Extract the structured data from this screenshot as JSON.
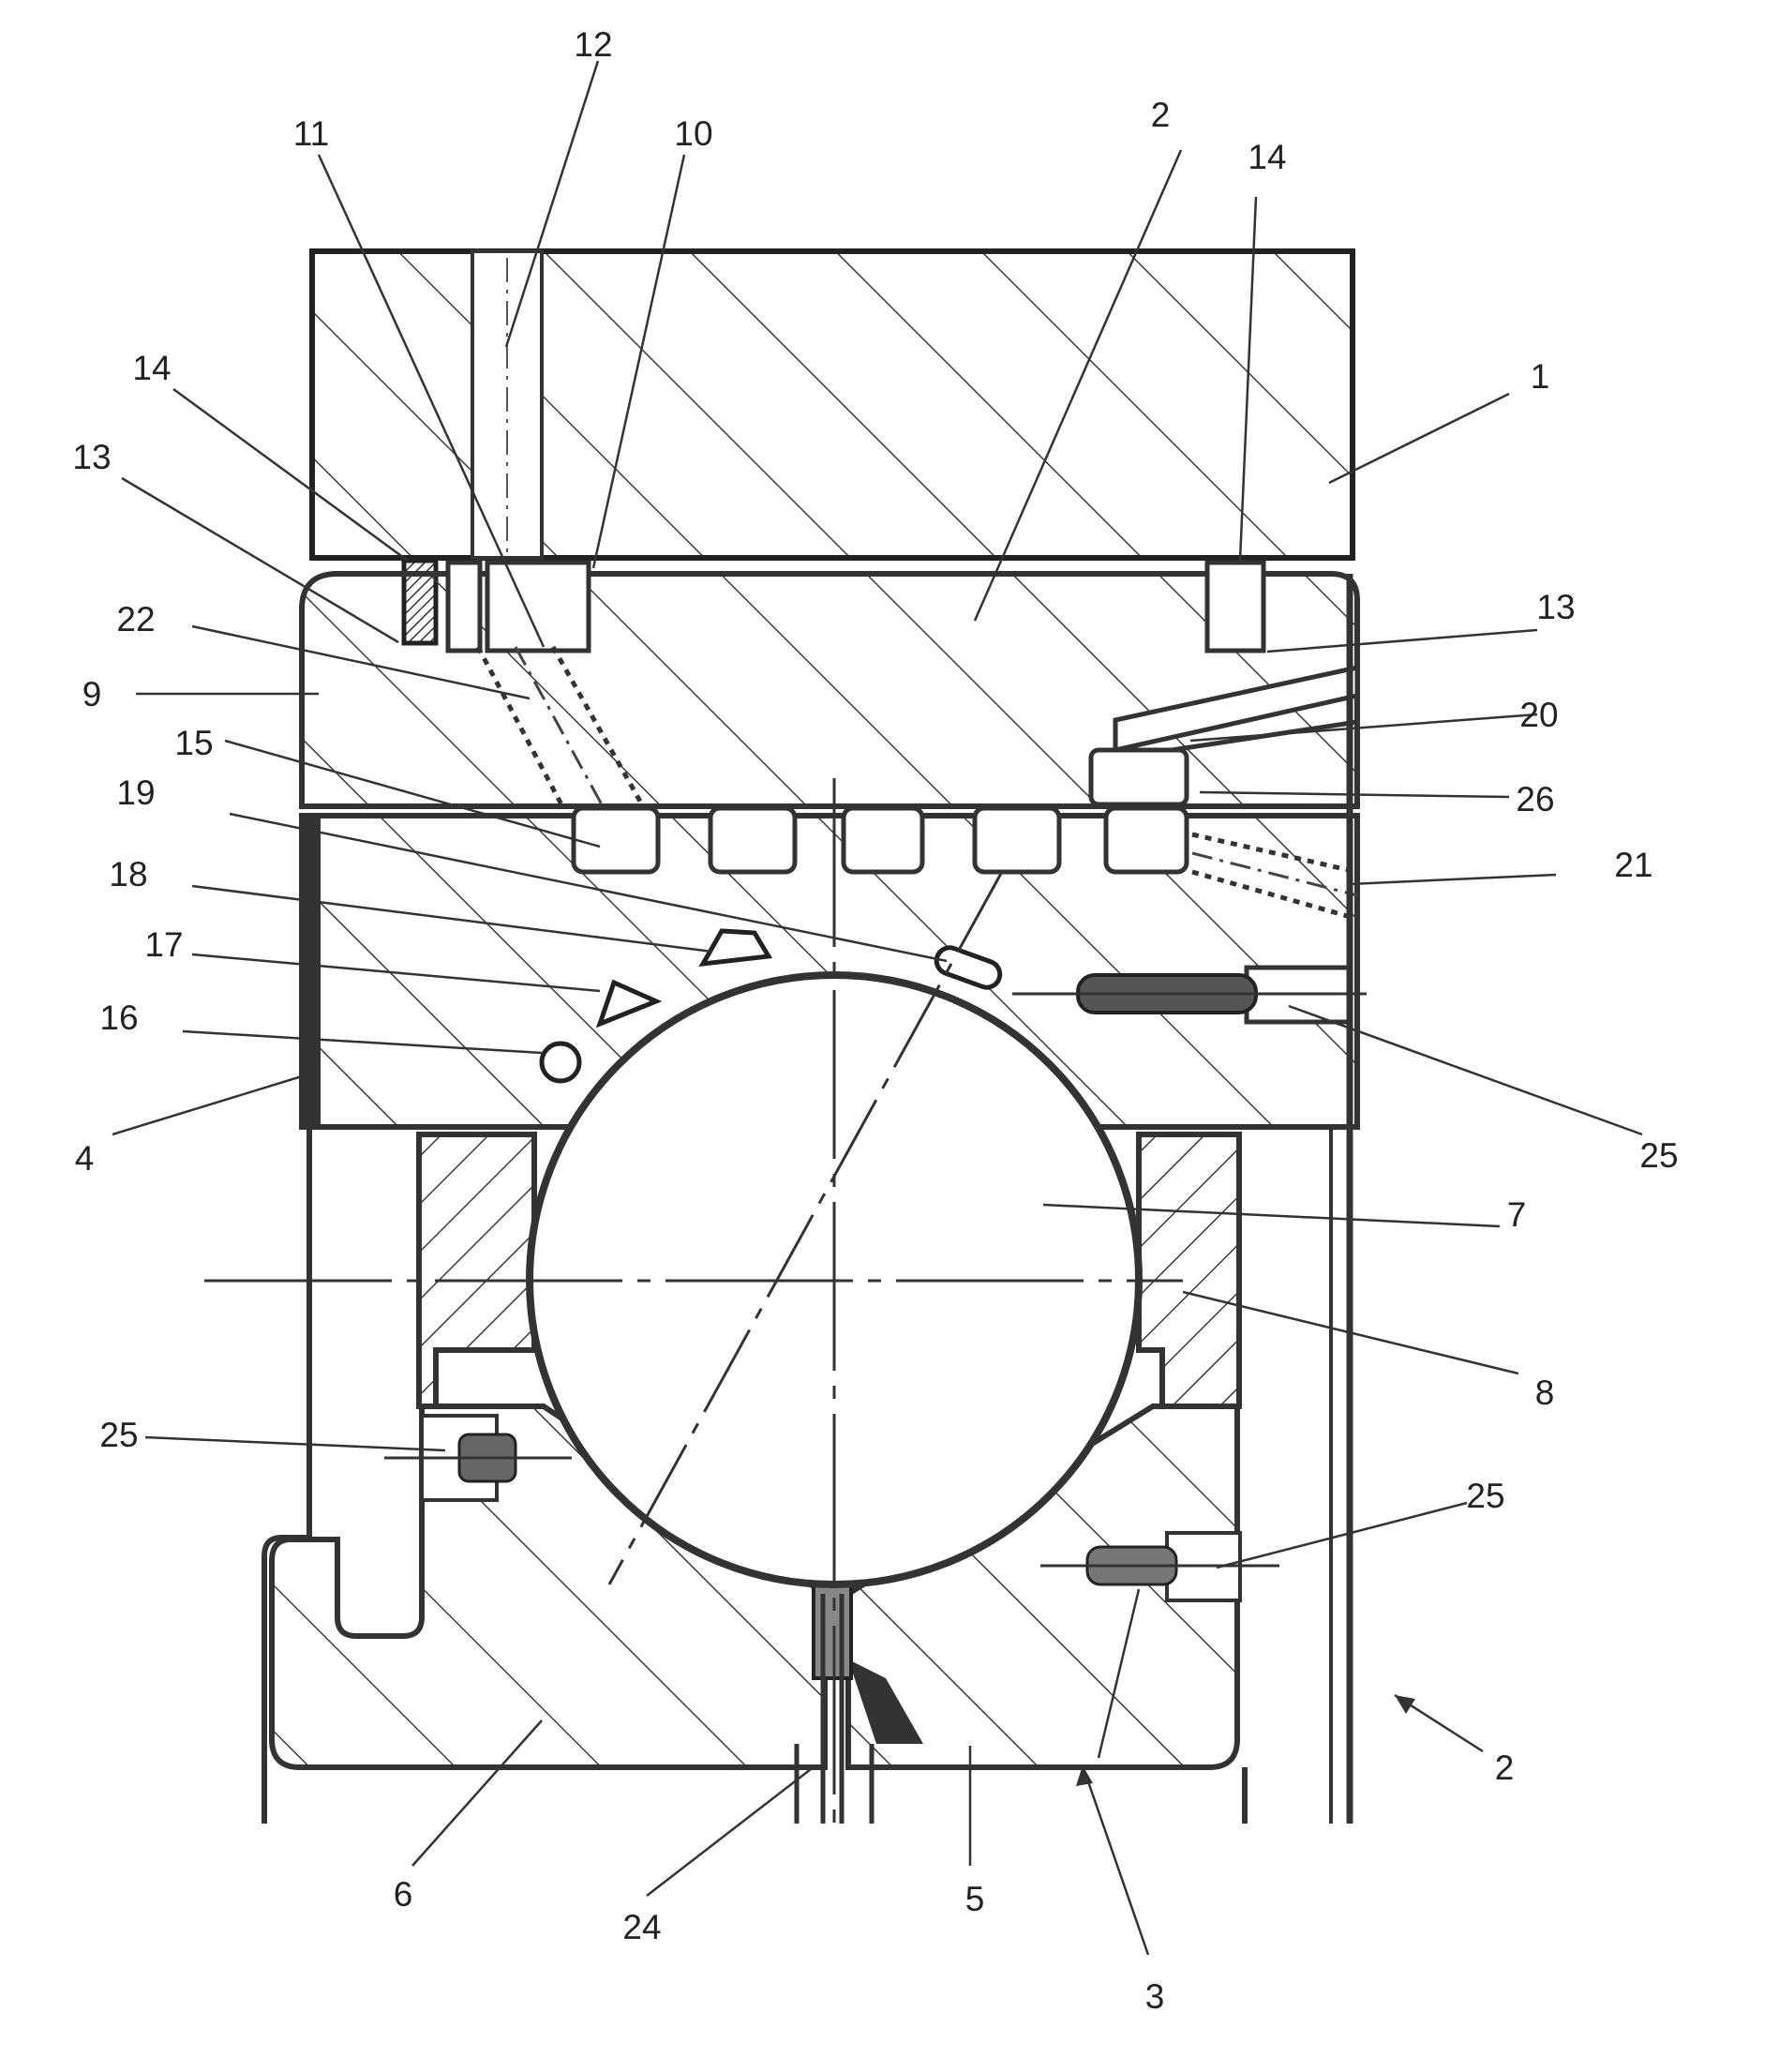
{
  "figure": {
    "line_color": "#333333",
    "hatch_color": "#3a3a3a",
    "callouts": [
      "1",
      "2",
      "2",
      "3",
      "4",
      "5",
      "6",
      "7",
      "8",
      "9",
      "10",
      "11",
      "12",
      "13",
      "13",
      "14",
      "14",
      "15",
      "16",
      "17",
      "18",
      "19",
      "20",
      "21",
      "22",
      "24",
      "25",
      "25",
      "25",
      "26"
    ]
  }
}
